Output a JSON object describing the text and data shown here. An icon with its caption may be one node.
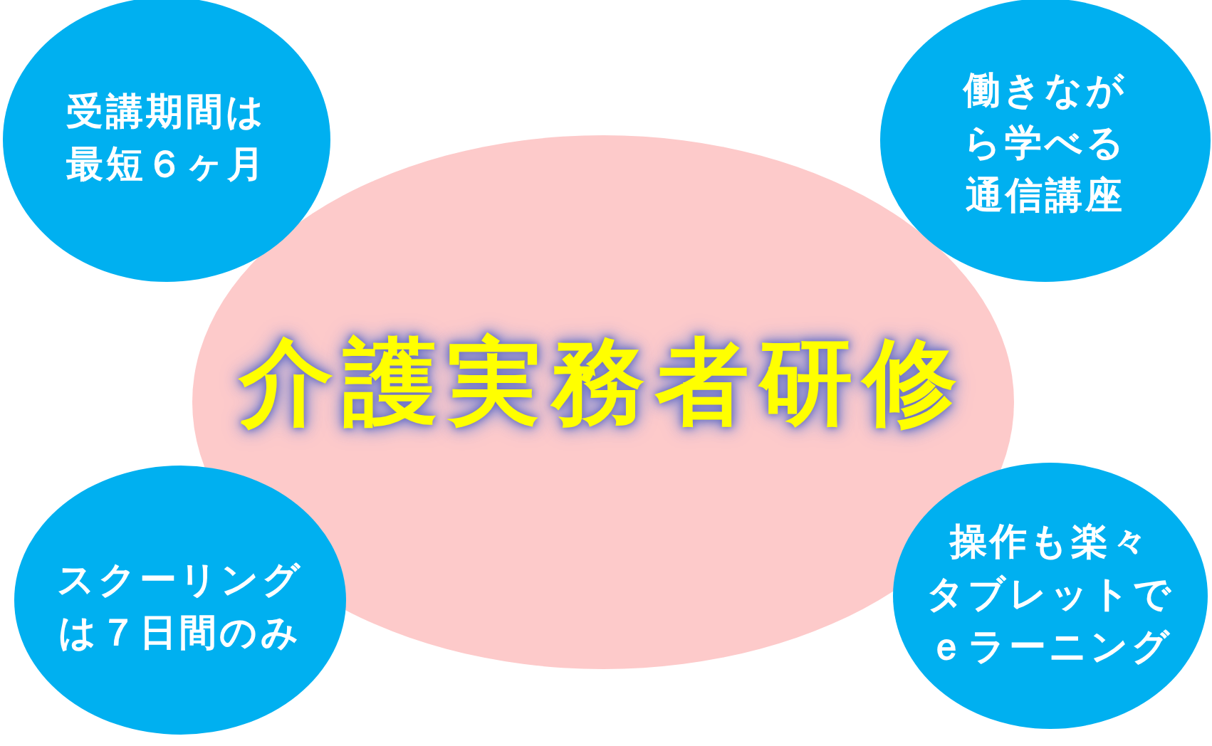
{
  "diagram": {
    "nodes": [
      {
        "text": [
          "受講期間は最短６ヶ月"
        ]
      },
      {
        "text": [
          "働きながら学べる通信講座"
        ]
      },
      {
        "text": [
          "介護実務者研修"
        ]
      },
      {
        "text": [
          "スクーリングは７日間のみ"
        ]
      },
      {
        "text": [
          "操作も楽々タブレットでｅラーニング"
        ]
      }
    ]
  }
}
